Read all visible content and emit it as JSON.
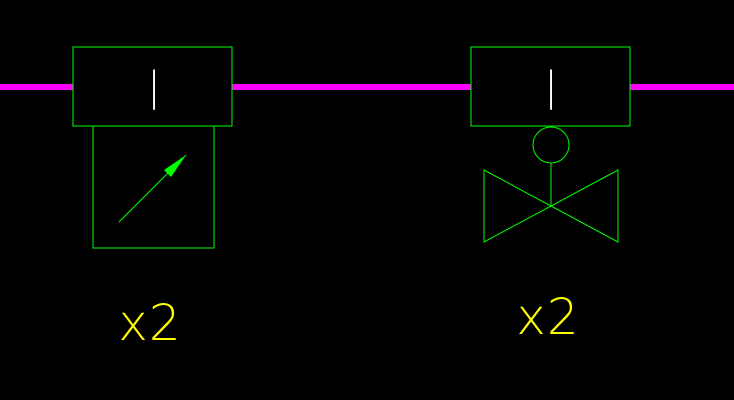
{
  "colors": {
    "background": "#000000",
    "pipe": "#ff00ff",
    "symbol": "#00ff00",
    "label": "#ffff00",
    "tag_mark": "#ffffff"
  },
  "symbols": [
    {
      "kind": "rectangular-box-with-diagonal-arrow",
      "tag": "|",
      "quantity": "x2",
      "icon": "diagonal-arrow-icon"
    },
    {
      "kind": "valve-with-circle-actuator",
      "tag": "|",
      "quantity": "x2",
      "icon": "valve-icon"
    }
  ]
}
